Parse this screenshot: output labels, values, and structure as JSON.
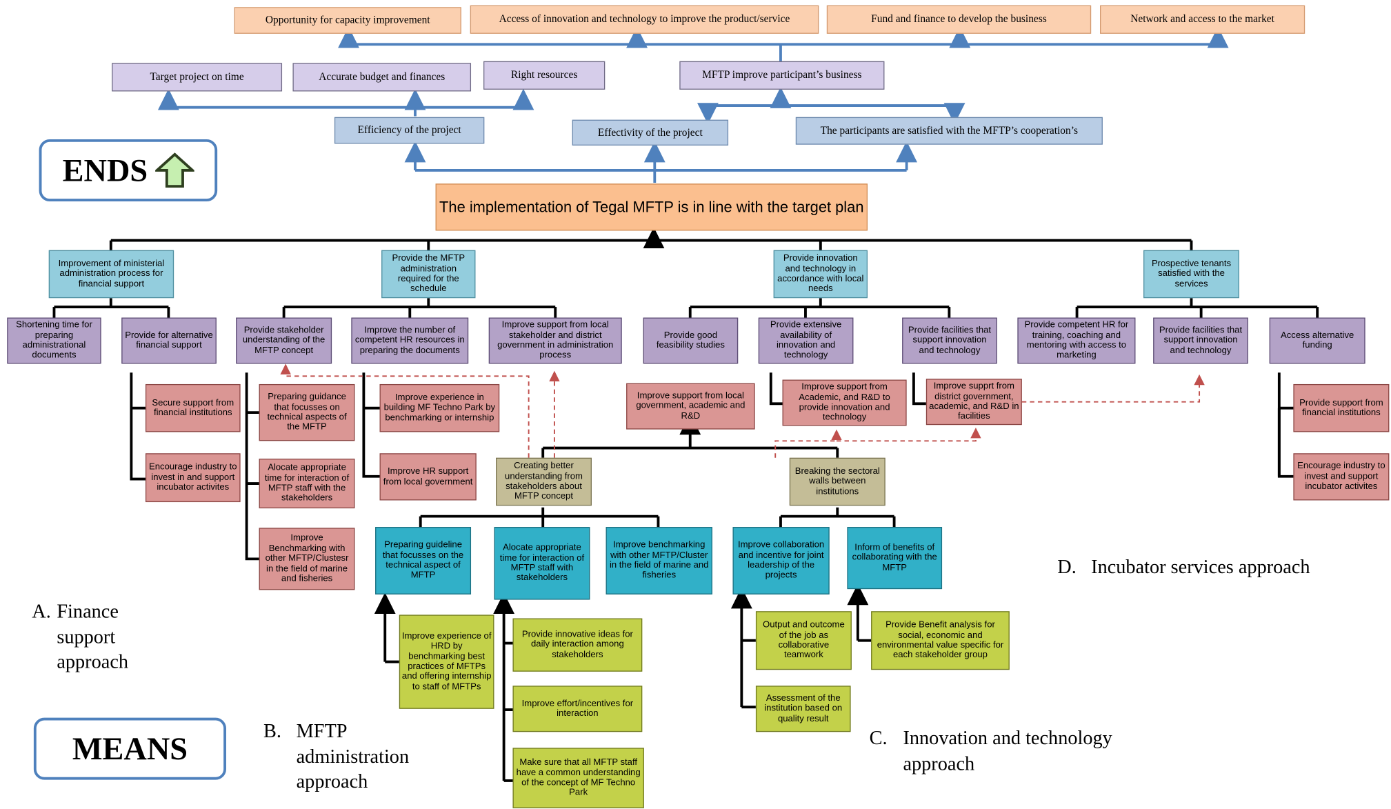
{
  "ends_label": "ENDS",
  "means_label": "MEANS",
  "top_row": [
    "Opportunity for capacity improvement",
    "Access of innovation and technology to improve the product/service",
    "Fund and finance to develop the business",
    "Network and access to the market"
  ],
  "second_row": [
    "Target project on time",
    "Accurate budget and finances",
    "Right resources",
    "MFTP improve participant’s business"
  ],
  "third_row": [
    "Efficiency of the project",
    "Effectivity of the project",
    "The participants are satisfied with the MFTP’s cooperation’s"
  ],
  "main_goal": "The implementation of Tegal MFTP is in line with the target plan",
  "level1": [
    "Improvement of ministerial administration process for financial support",
    "Provide the MFTP administration required for the schedule",
    "Provide innovation and technology in accordance with local needs",
    "Prospective tenants satisfied with the services"
  ],
  "level2": {
    "finance": [
      "Shortening time for preparing administrational documents",
      "Provide for alternative financial support"
    ],
    "admin": [
      "Provide stakeholder understanding of the MFTP concept",
      "Improve the number of competent HR resources in preparing the documents",
      "Improve support from local stakeholder and district government in administration process"
    ],
    "innovation": [
      "Provide good feasibility studies",
      "Provide extensive availability of innovation and technology",
      "Provide facilities that support innovation and technology"
    ],
    "incubator": [
      "Provide competent HR for training, coaching and mentoring with access to marketing",
      "Provide facilities that support innovation and technology",
      "Access alternative funding"
    ]
  },
  "red_boxes": {
    "finance": [
      "Secure support from financial institutions",
      "Encourage industry to invest in and support incubator activites"
    ],
    "admin_a": [
      "Preparing guidance that focusses on technical aspects of the MFTP",
      "Alocate appropriate time for interaction of MFTP staff with the stakeholders",
      "Improve Benchmarking with other MFTP/Clustesr in the field of marine and fisheries"
    ],
    "admin_b": [
      "Improve experience in building MF Techno Park by benchmarking or internship",
      "Improve HR support from local government"
    ],
    "innovation": [
      "Improve support from local government, academic and R&D",
      "Improve support from Academic, and R&D to provide innovation and technology",
      "Improve supprt from district government, academic, and R&D in facilities"
    ],
    "incubator": [
      "Provide support from financial institutions",
      "Encourage industry to invest and support incubator activites"
    ]
  },
  "khaki_boxes": [
    "Creating  better understanding from stakeholders about MFTP concept",
    "Breaking the sectoral walls between institutions"
  ],
  "cyan_boxes": [
    "Preparing guideline that focusses on the technical aspect of MFTP",
    "Alocate appropriate time for interaction of MFTP staff with stakeholders",
    "Improve benchmarking with other MFTP/Cluster in the field of marine and fisheries",
    "Improve collaboration and incentive for joint leadership of the projects",
    "Inform of benefits of collaborating with the MFTP"
  ],
  "yellow_boxes": [
    "Improve experience of HRD by benchmarking best practices of MFTPs and offering internship to staff of MFTPs",
    "Provide innovative ideas for daily interaction among stakeholders",
    "Improve effort/incentives for interaction",
    "Make sure that all MFTP staff  have  a common understanding of the concept of MF Techno Park",
    "Output and outcome of the job as collaborative teamwork",
    "Assessment of the institution based on quality result",
    "Provide Benefit analysis for social, economic and environmental value specific for each stakeholder group"
  ],
  "approach_labels": [
    {
      "letter": "A.",
      "text": "Finance support approach"
    },
    {
      "letter": "B.",
      "text": "MFTP administration approach"
    },
    {
      "letter": "C.",
      "text": "Innovation and technology approach"
    },
    {
      "letter": "D.",
      "text": "Incubator services approach"
    }
  ],
  "colors": {
    "blue_connector": "#4f81bd",
    "black_connector": "#000000",
    "dashed_link": "#c0504d",
    "arrow_fill": "#c6efb0"
  }
}
